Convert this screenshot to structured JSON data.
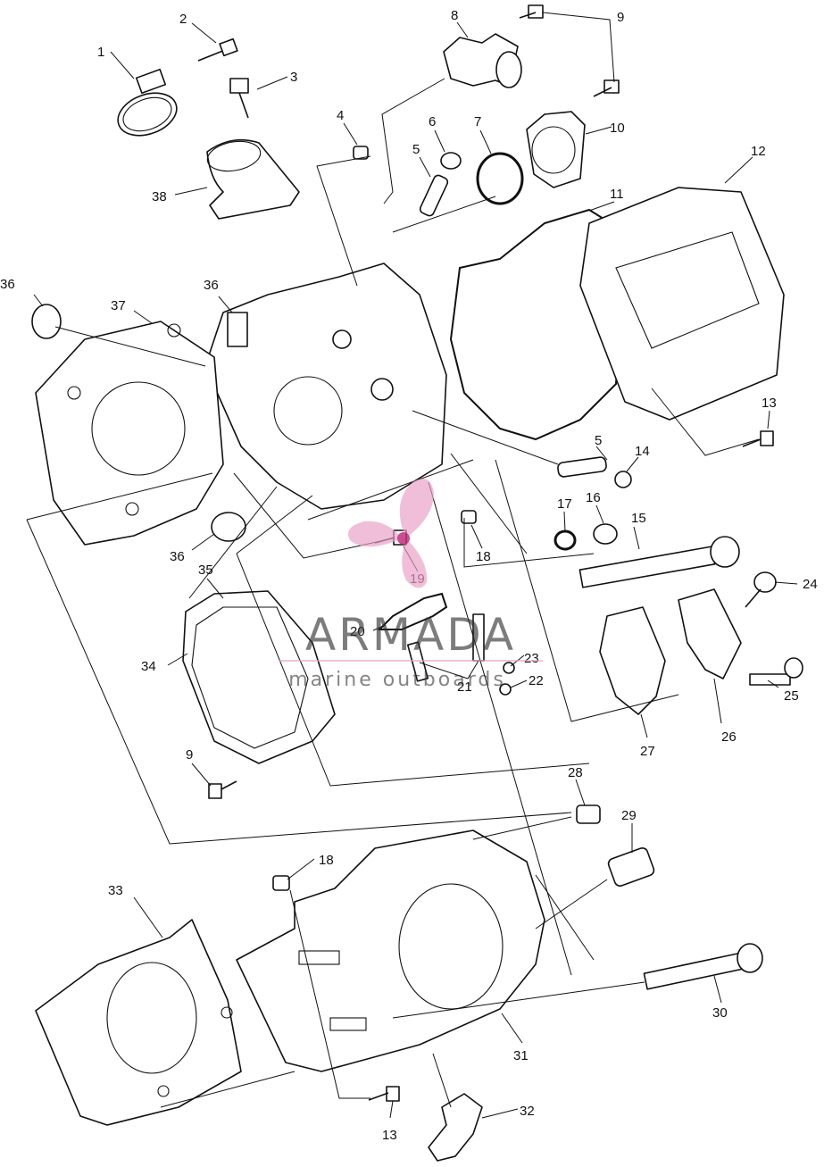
{
  "callouts": [
    {
      "n": "1"
    },
    {
      "n": "2"
    },
    {
      "n": "3"
    },
    {
      "n": "4"
    },
    {
      "n": "5"
    },
    {
      "n": "6"
    },
    {
      "n": "7"
    },
    {
      "n": "8"
    },
    {
      "n": "9"
    },
    {
      "n": "10"
    },
    {
      "n": "11"
    },
    {
      "n": "12"
    },
    {
      "n": "13"
    },
    {
      "n": "5"
    },
    {
      "n": "14"
    },
    {
      "n": "16"
    },
    {
      "n": "17"
    },
    {
      "n": "15"
    },
    {
      "n": "18"
    },
    {
      "n": "19"
    },
    {
      "n": "24"
    },
    {
      "n": "20"
    },
    {
      "n": "21"
    },
    {
      "n": "23"
    },
    {
      "n": "22"
    },
    {
      "n": "25"
    },
    {
      "n": "26"
    },
    {
      "n": "27"
    },
    {
      "n": "34"
    },
    {
      "n": "35"
    },
    {
      "n": "36"
    },
    {
      "n": "36"
    },
    {
      "n": "37"
    },
    {
      "n": "36"
    },
    {
      "n": "38"
    },
    {
      "n": "9"
    },
    {
      "n": "28"
    },
    {
      "n": "29"
    },
    {
      "n": "18"
    },
    {
      "n": "33"
    },
    {
      "n": "30"
    },
    {
      "n": "31"
    },
    {
      "n": "13"
    },
    {
      "n": "32"
    }
  ],
  "watermark": {
    "brand": "ARMADA",
    "tagline": "marine outboards",
    "colors": {
      "logo": "#e8a0c8",
      "logo_center": "#c0307a",
      "text": "#333333"
    }
  }
}
